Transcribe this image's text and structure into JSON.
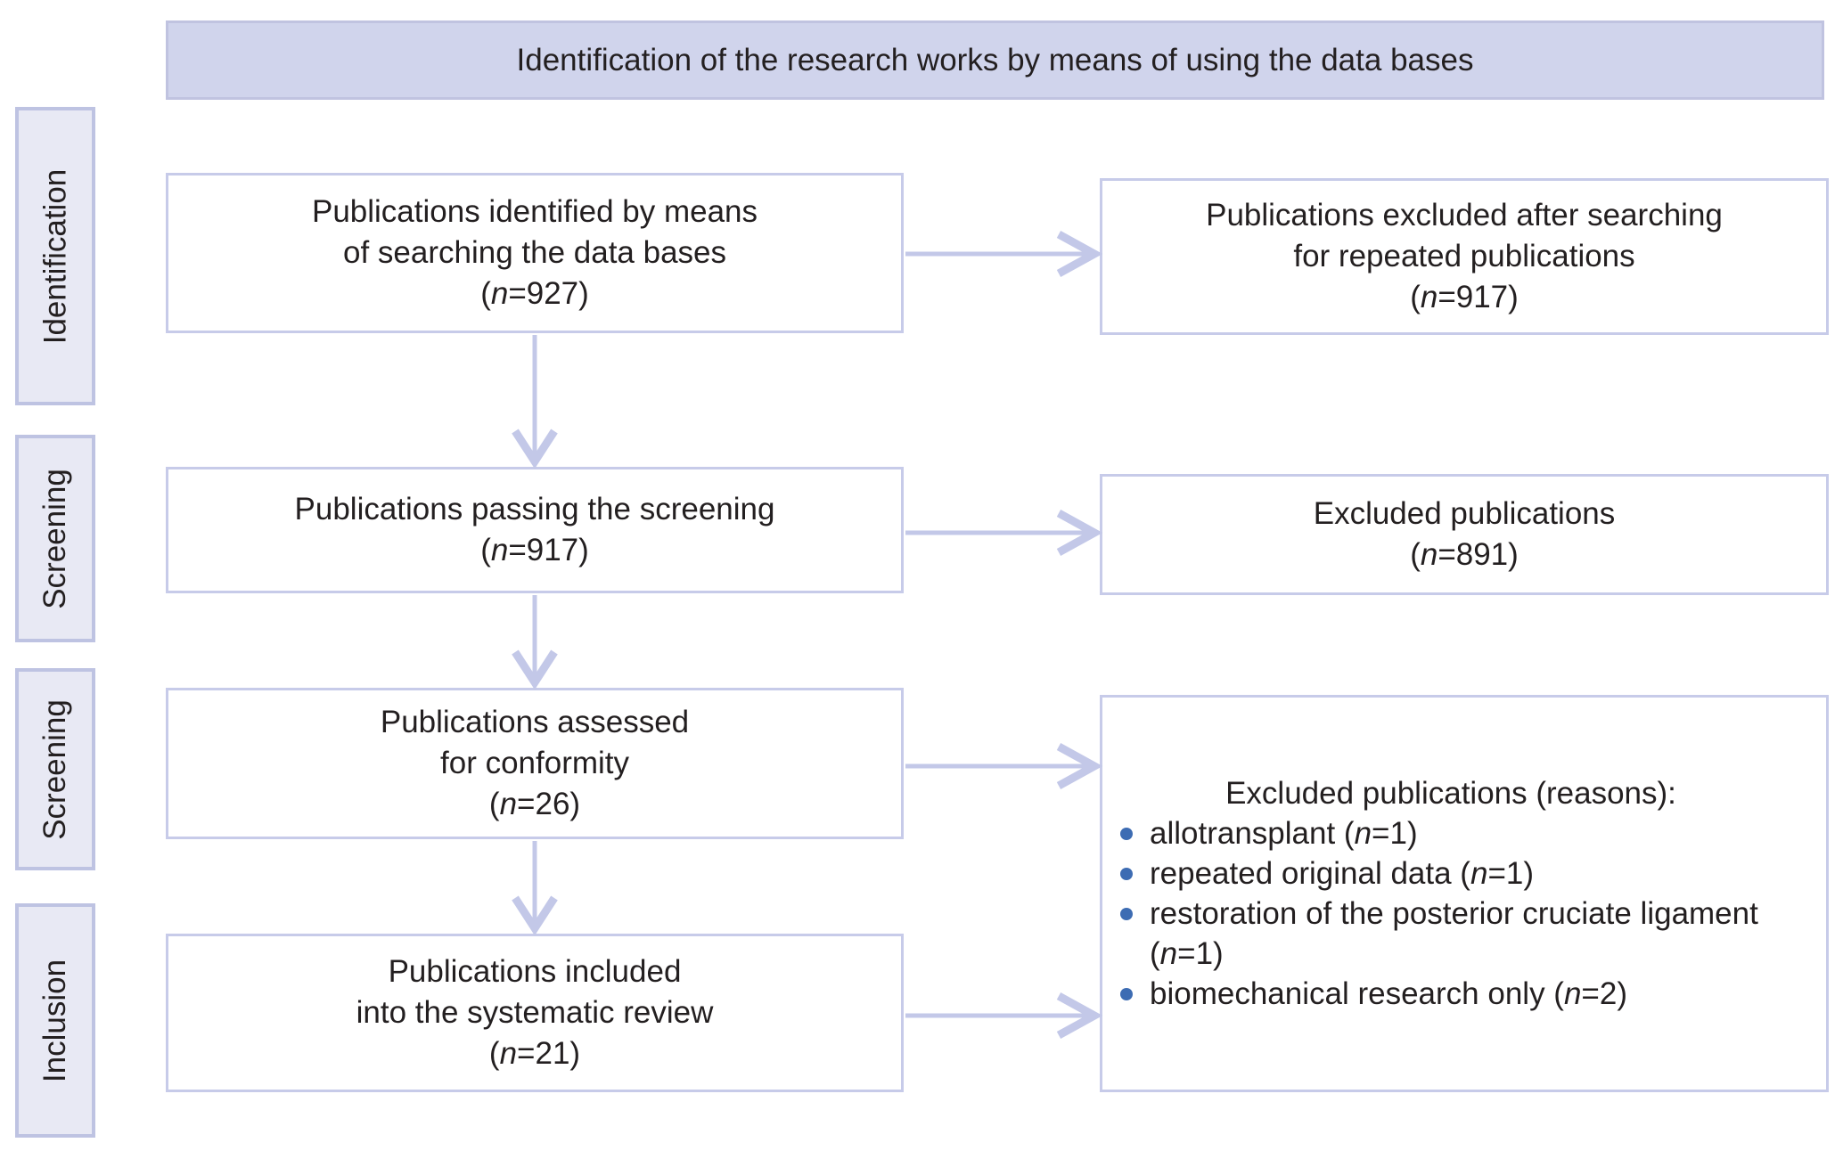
{
  "header": {
    "title": "Identification of the research works by means of using the data bases"
  },
  "stages": [
    {
      "label": "Identification"
    },
    {
      "label": "Screening"
    },
    {
      "label": "Screening"
    },
    {
      "label": "Inclusion"
    }
  ],
  "flow": {
    "left": [
      {
        "lines": [
          "Publications identified by means",
          "of searching the data bases",
          "(*n*=927)"
        ]
      },
      {
        "lines": [
          "Publications passing the screening",
          "(*n*=917)"
        ]
      },
      {
        "lines": [
          "Publications assessed",
          "for conformity",
          "(*n*=26)"
        ]
      },
      {
        "lines": [
          "Publications included",
          "into the systematic review",
          "(*n*=21)"
        ]
      }
    ],
    "right": [
      {
        "lines": [
          "Publications excluded after searching",
          "for repeated publications",
          "(*n*=917)"
        ]
      },
      {
        "lines": [
          "Excluded publications",
          "(*n*=891)"
        ]
      },
      {
        "heading": "Excluded publications (reasons):",
        "bullets": [
          "allotransplant (*n*=1)",
          "repeated original data (*n*=1)",
          "restoration of the posterior cruciate ligament (*n*=1)",
          "biomechanical research only (*n*=2)"
        ]
      }
    ]
  },
  "colors": {
    "accent-fill": "#d0d4ec",
    "panel-fill": "#e8e9f4",
    "box-border": "#c7cbe9",
    "arrow": "#c3c8e8",
    "bullet": "#3d6cb3",
    "text": "#231f20"
  }
}
